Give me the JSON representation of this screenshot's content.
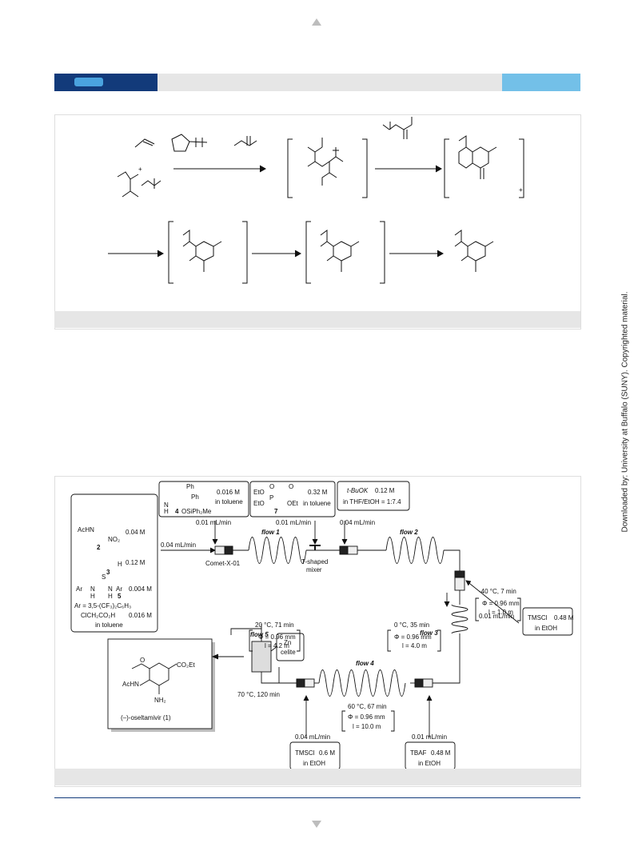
{
  "side_note": "Downloaded by: University at Buffalo (SUNY). Copyrighted material.",
  "flow": {
    "reagents": {
      "r2_name": "AcHN",
      "r2_group": "NO₂",
      "r2_label": "2",
      "r2_conc": "0.04 M",
      "r3_group": "H",
      "r3_label": "3",
      "r3_conc": "0.12 M",
      "r5_ar_left": "Ar",
      "r5_ar_right": "Ar",
      "r5_s": "S",
      "r5_h1": "H",
      "r5_h2": "H",
      "r5_n1": "N",
      "r5_n2": "N",
      "r5_label": "5",
      "r5_conc": "0.004 M",
      "ar_def": "Ar = 3,5-(CF₃)₂C₆H₃",
      "acid": "ClCH₂CO₂H",
      "acid_conc": "0.016 M",
      "solvent": "in toluene"
    },
    "cat4": {
      "ph1": "Ph",
      "ph2": "Ph",
      "nh": "N",
      "h": "H",
      "label": "4",
      "otms": "OSiPh₂Me",
      "conc": "0.016 M",
      "solvent": "in toluene"
    },
    "reag7": {
      "eto1": "EtO",
      "eto2": "EtO",
      "p": "P",
      "o1": "O",
      "o2": "O",
      "oet": "OEt",
      "label": "7",
      "conc": "0.32 M",
      "solvent": "in toluene"
    },
    "base": {
      "name": "t-BuOK",
      "conc": "0.12 M",
      "solvent": "in THF/EtOH = 1:7.4"
    },
    "tmscl1": {
      "name": "TMSCl",
      "conc": "0.48 M",
      "solvent": "in EtOH"
    },
    "tmscl2": {
      "name": "TMSCl",
      "conc": "0.6 M",
      "solvent": "in EtOH"
    },
    "tbaf": {
      "name": "TBAF",
      "conc": "0.48 M",
      "solvent": "in EtOH"
    },
    "zn": {
      "line1": "Zn",
      "line2": "celite"
    },
    "rates": {
      "main": "0.04 mL/min",
      "cat4": "0.01 mL/min",
      "reag7": "0.01 mL/min",
      "base": "0.04 mL/min",
      "tmscl1": "0.01 mL/min",
      "tmscl2": "0.04 mL/min",
      "tbaf": "0.01 mL/min"
    },
    "mixer1": "Comet-X-01",
    "mixer2_line1": "T-shaped",
    "mixer2_line2": "mixer",
    "flow1": {
      "label": "flow 1",
      "cond": "20 °C, 71 min",
      "phi": "Φ = 0.96 mm",
      "len": "l = 4.2 m"
    },
    "flow2": {
      "label": "flow 2",
      "cond": "0 °C, 35 min",
      "phi": "Φ = 0.96 mm",
      "len": "l = 4.0 m"
    },
    "flow3": {
      "label": "flow 3",
      "cond": "-40 °C, 7 min",
      "phi": "Φ = 0.96 mm",
      "len": "l = 1.0 m"
    },
    "flow4": {
      "label": "flow 4",
      "cond": "60 °C, 67 min",
      "phi": "Φ = 0.96 mm",
      "len": "l = 10.0 m"
    },
    "flow5": {
      "label": "flow 5",
      "cond": "70 °C, 120 min"
    },
    "product": {
      "co2et": "CO₂Et",
      "achn": "AcHN",
      "nh2": "NH₂",
      "o": "O",
      "name": "(–)-oseltamivir (1)"
    }
  }
}
